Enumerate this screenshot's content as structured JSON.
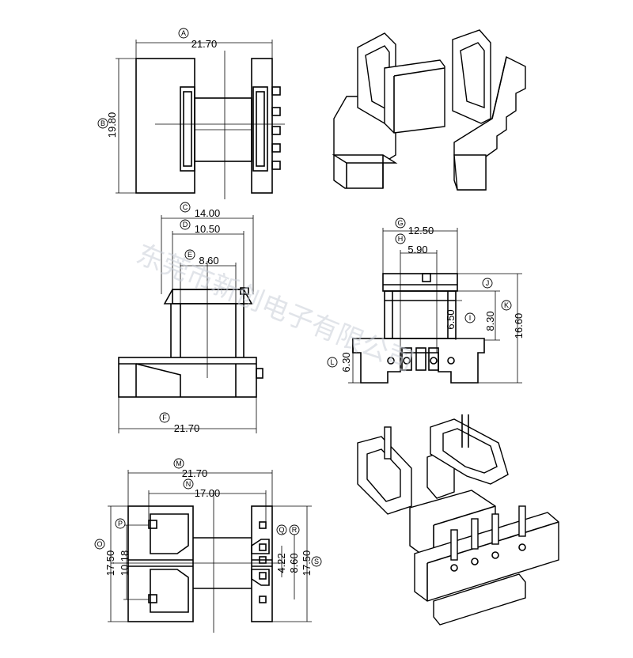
{
  "watermark": "东莞市新创电子有限公司",
  "top_left_view": {
    "A": {
      "letter": "A",
      "value": "21.70"
    },
    "B": {
      "letter": "B",
      "value": "19.80"
    }
  },
  "middle_left_view": {
    "C": {
      "letter": "C",
      "value": "14.00"
    },
    "D": {
      "letter": "D",
      "value": "10.50"
    },
    "E": {
      "letter": "E",
      "value": "8.60"
    },
    "F": {
      "letter": "F",
      "value": "21.70"
    }
  },
  "middle_right_view": {
    "G": {
      "letter": "G",
      "value": "12.50"
    },
    "H": {
      "letter": "H",
      "value": "5.90"
    },
    "I": {
      "letter": "I",
      "value": "6.50"
    },
    "J": {
      "letter": "J",
      "value": "8.30"
    },
    "K": {
      "letter": "K",
      "value": "16.60"
    },
    "L": {
      "letter": "L",
      "value": "6.30"
    }
  },
  "bottom_left_view": {
    "M": {
      "letter": "M",
      "value": "21.70"
    },
    "N": {
      "letter": "N",
      "value": "17.00"
    },
    "O": {
      "letter": "O",
      "value": "17.50"
    },
    "P": {
      "letter": "P",
      "value": "10.18"
    },
    "Q": {
      "letter": "Q",
      "value": "4.22"
    },
    "R": {
      "letter": "R",
      "value": "8.60"
    },
    "S": {
      "letter": "S",
      "value": "17.50"
    }
  }
}
